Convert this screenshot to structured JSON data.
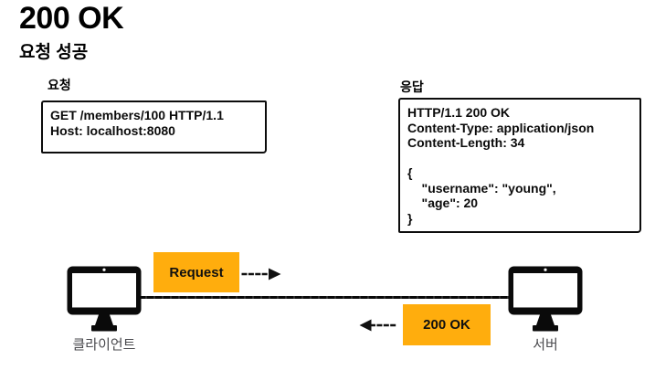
{
  "title": "200 OK",
  "subtitle": "요청 성공",
  "request": {
    "label": "요청",
    "content": "GET /members/100 HTTP/1.1\nHost: localhost:8080"
  },
  "response": {
    "label": "응답",
    "content": "HTTP/1.1 200 OK\nContent-Type: application/json\nContent-Length: 34\n\n{\n    \"username\": \"young\",\n    \"age\": 20\n}"
  },
  "flow": {
    "request_badge": "Request",
    "response_badge": "200 OK",
    "client_label": "클라이언트",
    "server_label": "서버"
  },
  "colors": {
    "badge_orange": "#FFAD0D",
    "node_label_gray": "#4a4a4e",
    "line_black": "#0a0a0a"
  },
  "icons": {
    "client": "monitor-icon",
    "server": "monitor-icon",
    "request_arrow": "arrow-right-icon",
    "response_arrow": "arrow-left-icon"
  }
}
